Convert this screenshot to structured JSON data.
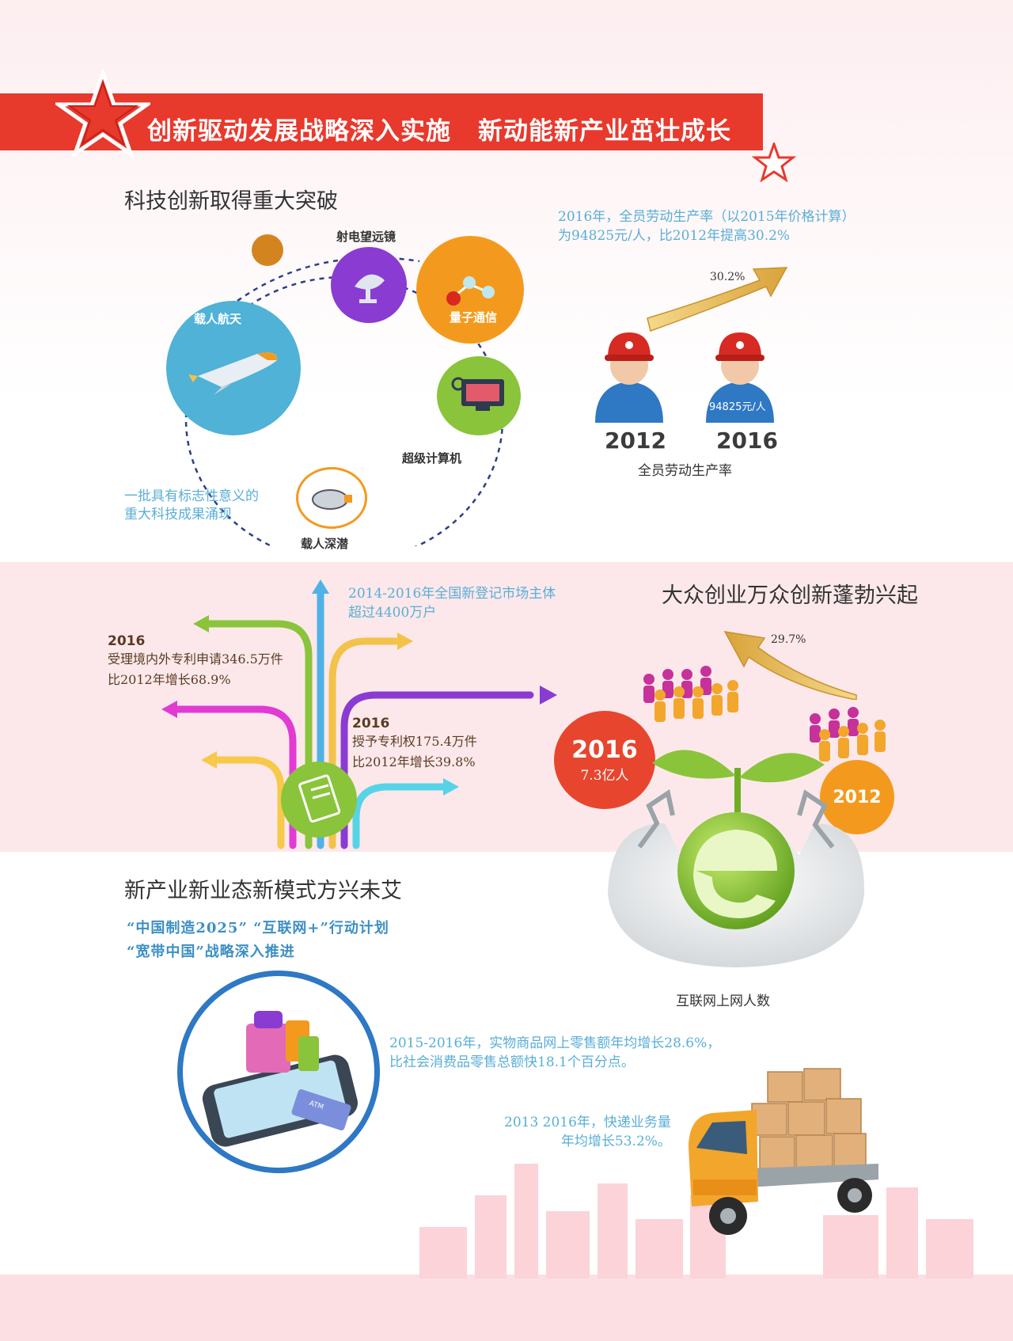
{
  "banner": {
    "part1": "创新驱动发展战略深入实施",
    "part2": "新动能新产业茁壮成长"
  },
  "tech": {
    "title": "科技创新取得重大突破",
    "nodes": {
      "telescope": "射电望远镜",
      "quantum": "量子通信",
      "spaceflight": "载人航天",
      "supercomputer": "超级计算机",
      "deepsea": "载人深潜"
    },
    "note_line1": "一批具有标志性意义的",
    "note_line2": "重大科技成果涌现"
  },
  "productivity": {
    "note_line1": "2016年，全员劳动生产率（以2015年价格计算）",
    "note_line2": "为94825元/人，比2012年提高30.2%",
    "growth": "30.2%",
    "value_label": "94825元/人",
    "year_a": "2012",
    "year_b": "2016",
    "caption": "全员劳动生产率"
  },
  "entrepreneurship": {
    "title": "大众创业万众创新蓬勃兴起",
    "market_line1": "2014-2016年全国新登记市场主体",
    "market_line2": "超过4400万户",
    "patent_app_year": "2016",
    "patent_app_line1": "受理境内外专利申请346.5万件",
    "patent_app_line2": "比2012年增长68.9%",
    "patent_grant_year": "2016",
    "patent_grant_line1": "授予专利权175.4万件",
    "patent_grant_line2": "比2012年增长39.8%"
  },
  "internet": {
    "growth": "29.7%",
    "year_2016": "2016",
    "value_2016": "7.3亿人",
    "year_2012": "2012",
    "caption": "互联网上网人数"
  },
  "industry": {
    "title": "新产业新业态新模式方兴未艾",
    "promo_line1": "“中国制造2025” “互联网+”行动计划",
    "promo_line2": "“宽带中国”战略深入推进",
    "ecommerce_line1": "2015-2016年，实物商品网上零售额年均增长28.6%，",
    "ecommerce_line2": "比社会消费品零售总额快18.1个百分点。",
    "express_line1": "2013 2016年，快递业务量",
    "express_line2": "年均增长53.2%。",
    "atm_label": "ATM"
  },
  "colors": {
    "banner_red": "#e8392d",
    "pink_band": "#fce8ea",
    "note_blue": "#5aaed6",
    "orange": "#f39a1e",
    "red_bubble": "#e8452e",
    "purple": "#8a3bd1",
    "green": "#8ac43b"
  }
}
